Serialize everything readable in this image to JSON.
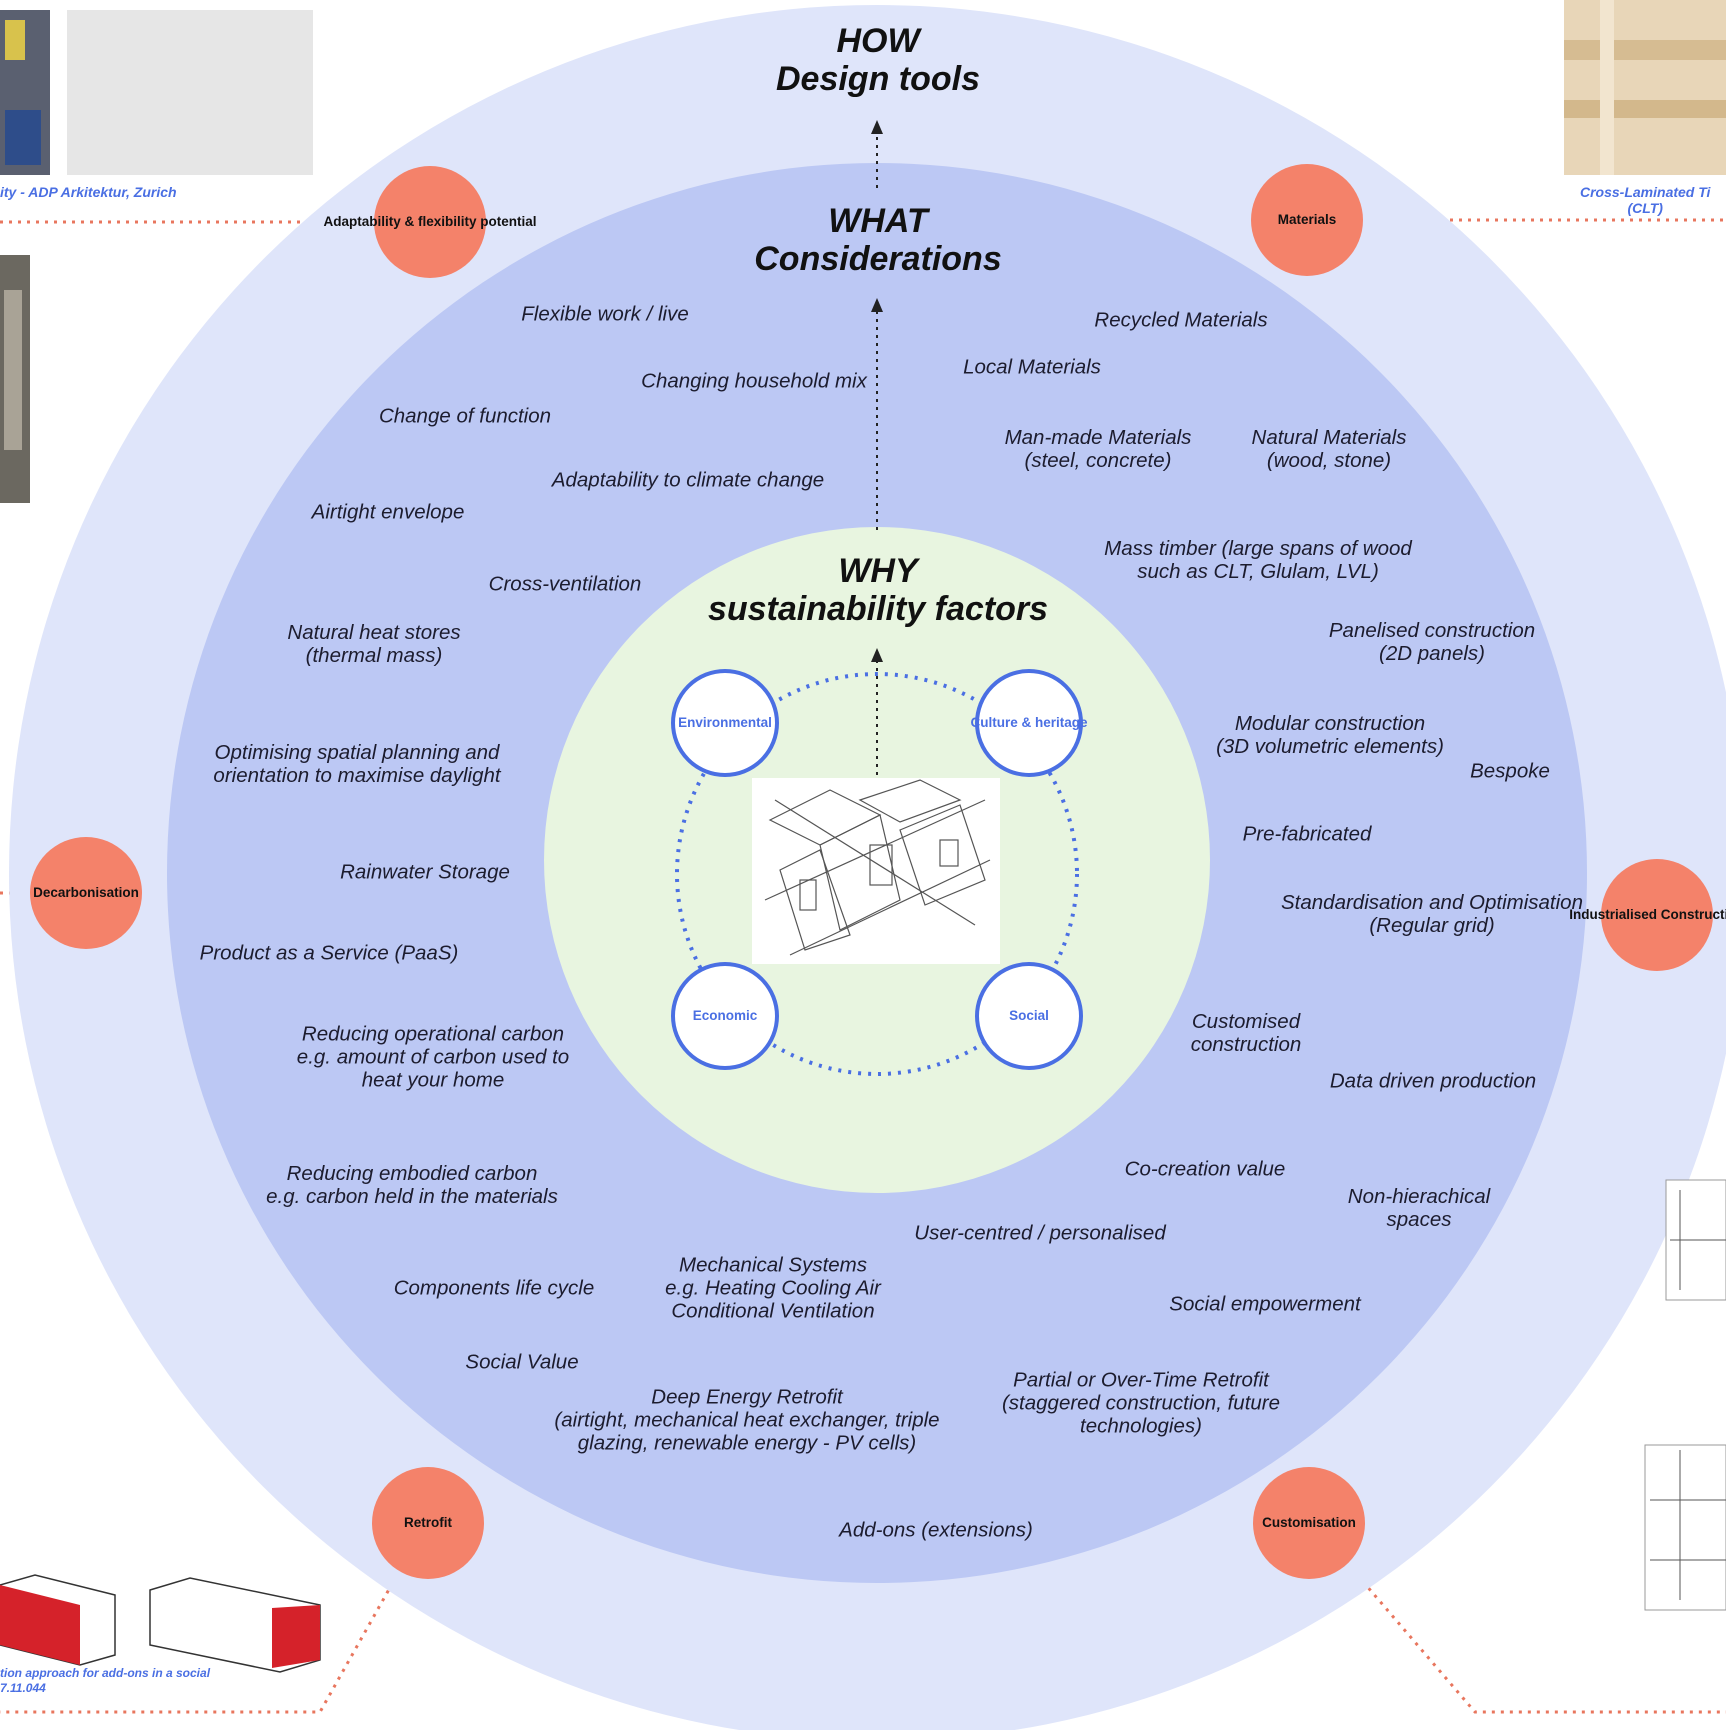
{
  "headings": {
    "how": [
      "HOW",
      "Design tools"
    ],
    "what": [
      "WHAT",
      "Considerations"
    ],
    "why": [
      "WHY",
      "sustainability factors"
    ]
  },
  "factors": [
    "Environmental",
    "Culture & heritage",
    "Economic",
    "Social"
  ],
  "tools": [
    "Adaptability & flexibility potential",
    "Materials",
    "Decarbonisation",
    "Industrialised Construction",
    "Retrofit",
    "Customisation"
  ],
  "considerations": [
    "Flexible work / live",
    "Changing household mix",
    "Change of function",
    "Adaptability to climate change",
    "Airtight envelope",
    "Cross-ventilation",
    "Natural heat stores\n(thermal mass)",
    "Optimising spatial planning and\norientation to maximise daylight",
    "Rainwater Storage",
    "Product as a Service (PaaS)",
    "Reducing operational carbon\ne.g. amount of carbon used to\nheat your home",
    "Reducing embodied carbon\ne.g. carbon held in the materials",
    "Components life cycle",
    "Mechanical Systems\ne.g. Heating Cooling Air\nConditional Ventilation",
    "Social Value",
    "Deep Energy Retrofit\n(airtight, mechanical heat exchanger, triple\nglazing, renewable energy - PV cells)",
    "Add-ons (extensions)",
    "Partial or Over-Time Retrofit\n(staggered construction, future\ntechnologies)",
    "Social empowerment",
    "User-centred / personalised",
    "Co-creation value",
    "Non-hierachical\nspaces",
    "Data driven production",
    "Customised\nconstruction",
    "Standardisation and Optimisation\n(Regular grid)",
    "Pre-fabricated",
    "Bespoke",
    "Modular construction\n(3D volumetric elements)",
    "Panelised construction\n(2D panels)",
    "Mass timber (large spans of wood\nsuch as CLT, Glulam, LVL)",
    "Man-made Materials\n(steel, concrete)",
    "Natural Materials\n(wood, stone)",
    "Local Materials",
    "Recycled Materials"
  ],
  "captions": {
    "top_left": "ity - ADP Arkitektur, Zurich",
    "top_right": "Cross-Laminated Ti\n(CLT)",
    "bottom_left": "tion approach for add-ons in a social\n7.11.044"
  },
  "colors": {
    "outer_ring": "#dfe5fa",
    "middle_ring": "#bcc8f4",
    "inner_core": "#e8f5e0",
    "tool_circle": "#f4826a",
    "factor_stroke": "#4a6fe3",
    "connector": "#e8765e"
  }
}
